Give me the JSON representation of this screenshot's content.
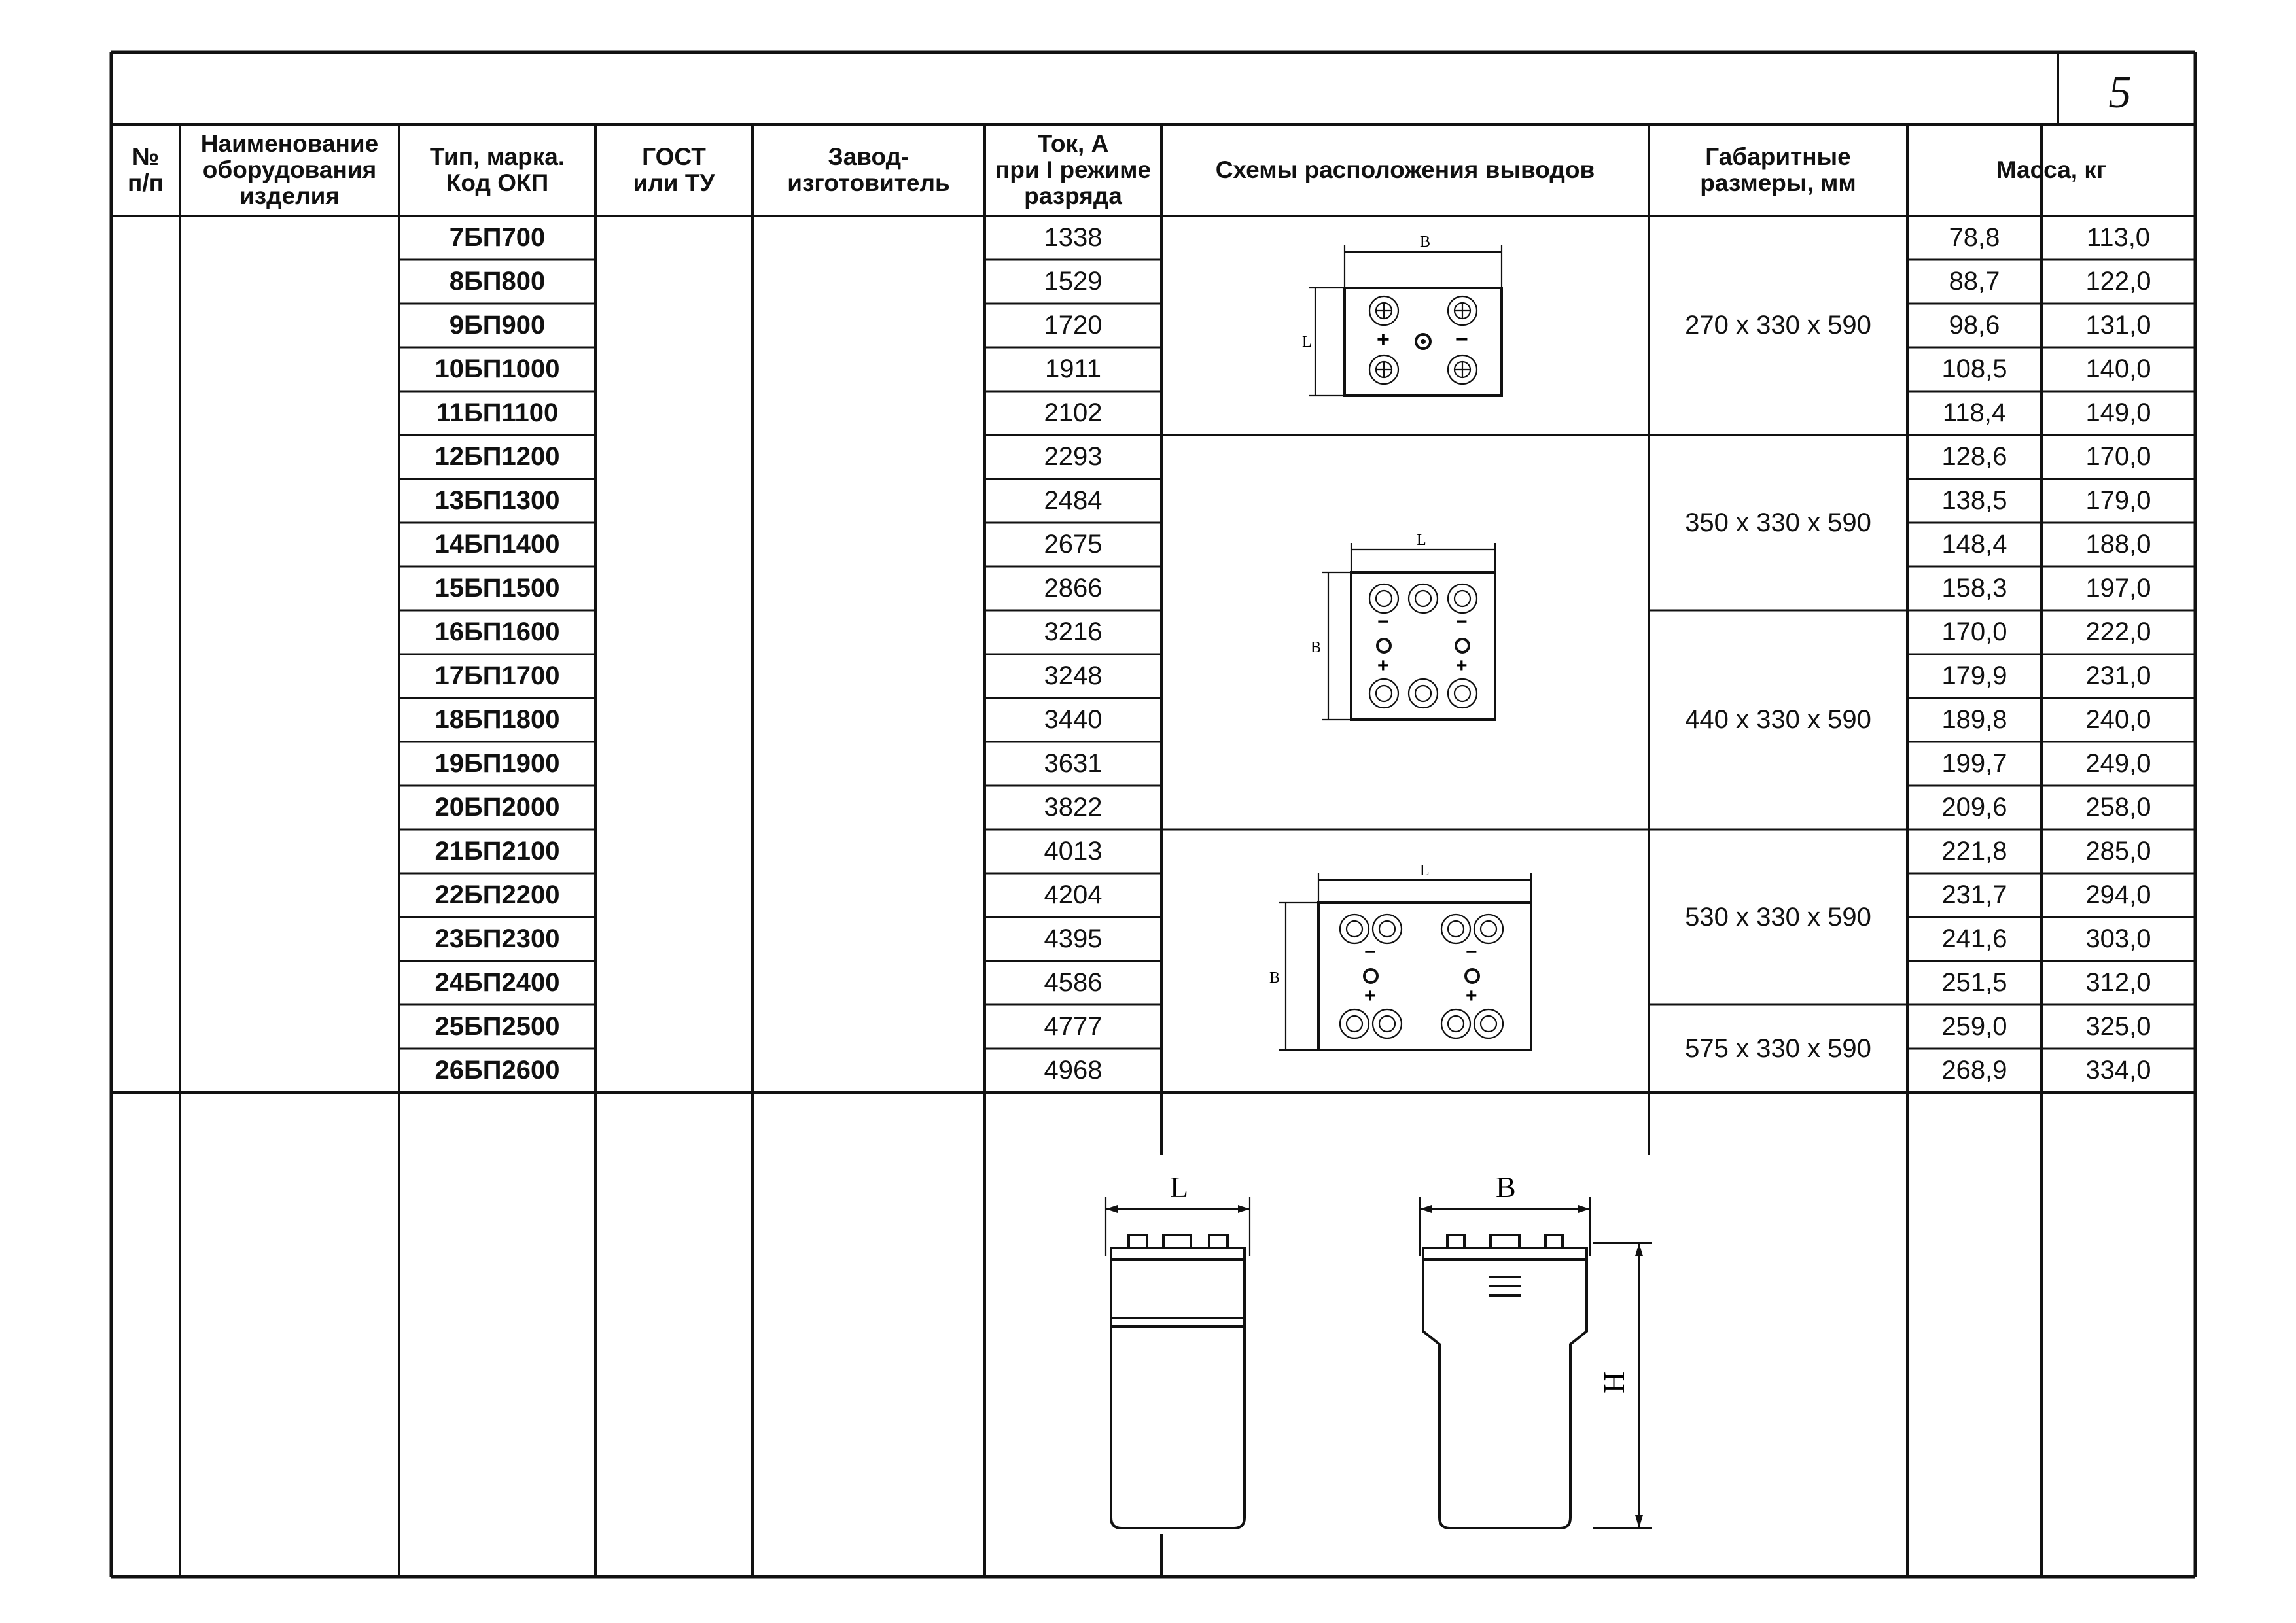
{
  "page_number": "5",
  "headers": {
    "num": "№\nп/п",
    "name": "Наименование\nоборудования\nизделия",
    "type": "Тип, марка.\nКод ОКП",
    "gost": "ГОСТ\nили ТУ",
    "maker": "Завод-\nизготовитель",
    "current": "Ток, А\nпри I режиме\nразряда",
    "schemes": "Схемы расположения выводов",
    "dims": "Габаритные\nразмеры, мм",
    "mass": "Масса, кг"
  },
  "rows": [
    {
      "type": "7БП700",
      "current": "1338",
      "mass1": "78,8",
      "mass2": "113,0"
    },
    {
      "type": "8БП800",
      "current": "1529",
      "mass1": "88,7",
      "mass2": "122,0"
    },
    {
      "type": "9БП900",
      "current": "1720",
      "mass1": "98,6",
      "mass2": "131,0"
    },
    {
      "type": "10БП1000",
      "current": "1911",
      "mass1": "108,5",
      "mass2": "140,0"
    },
    {
      "type": "11БП1100",
      "current": "2102",
      "mass1": "118,4",
      "mass2": "149,0"
    },
    {
      "type": "12БП1200",
      "current": "2293",
      "mass1": "128,6",
      "mass2": "170,0"
    },
    {
      "type": "13БП1300",
      "current": "2484",
      "mass1": "138,5",
      "mass2": "179,0"
    },
    {
      "type": "14БП1400",
      "current": "2675",
      "mass1": "148,4",
      "mass2": "188,0"
    },
    {
      "type": "15БП1500",
      "current": "2866",
      "mass1": "158,3",
      "mass2": "197,0"
    },
    {
      "type": "16БП1600",
      "current": "3216",
      "mass1": "170,0",
      "mass2": "222,0"
    },
    {
      "type": "17БП1700",
      "current": "3248",
      "mass1": "179,9",
      "mass2": "231,0"
    },
    {
      "type": "18БП1800",
      "current": "3440",
      "mass1": "189,8",
      "mass2": "240,0"
    },
    {
      "type": "19БП1900",
      "current": "3631",
      "mass1": "199,7",
      "mass2": "249,0"
    },
    {
      "type": "20БП2000",
      "current": "3822",
      "mass1": "209,6",
      "mass2": "258,0"
    },
    {
      "type": "21БП2100",
      "current": "4013",
      "mass1": "221,8",
      "mass2": "285,0"
    },
    {
      "type": "22БП2200",
      "current": "4204",
      "mass1": "231,7",
      "mass2": "294,0"
    },
    {
      "type": "23БП2300",
      "current": "4395",
      "mass1": "241,6",
      "mass2": "303,0"
    },
    {
      "type": "24БП2400",
      "current": "4586",
      "mass1": "251,5",
      "mass2": "312,0"
    },
    {
      "type": "25БП2500",
      "current": "4777",
      "mass1": "259,0",
      "mass2": "325,0"
    },
    {
      "type": "26БП2600",
      "current": "4968",
      "mass1": "268,9",
      "mass2": "334,0"
    }
  ],
  "dimension_groups": [
    {
      "text": "270 х 330 х 590",
      "rows": [
        0,
        4
      ]
    },
    {
      "text": "350 х 330 х 590",
      "rows": [
        5,
        8
      ]
    },
    {
      "text": "440 х 330 х 590",
      "rows": [
        9,
        13
      ]
    },
    {
      "text": "530 х 330 х 590",
      "rows": [
        14,
        17
      ]
    },
    {
      "text": "575 х 330 х 590",
      "rows": [
        18,
        19
      ]
    }
  ],
  "diagram_labels": {
    "d1_top": "B",
    "d1_side": "L",
    "d2_top": "L",
    "d2_side": "B",
    "d3_top": "L",
    "d3_side": "B",
    "bottom_left": "L",
    "bottom_mid": "B",
    "bottom_height": "H",
    "plus": "+",
    "minus": "−"
  }
}
